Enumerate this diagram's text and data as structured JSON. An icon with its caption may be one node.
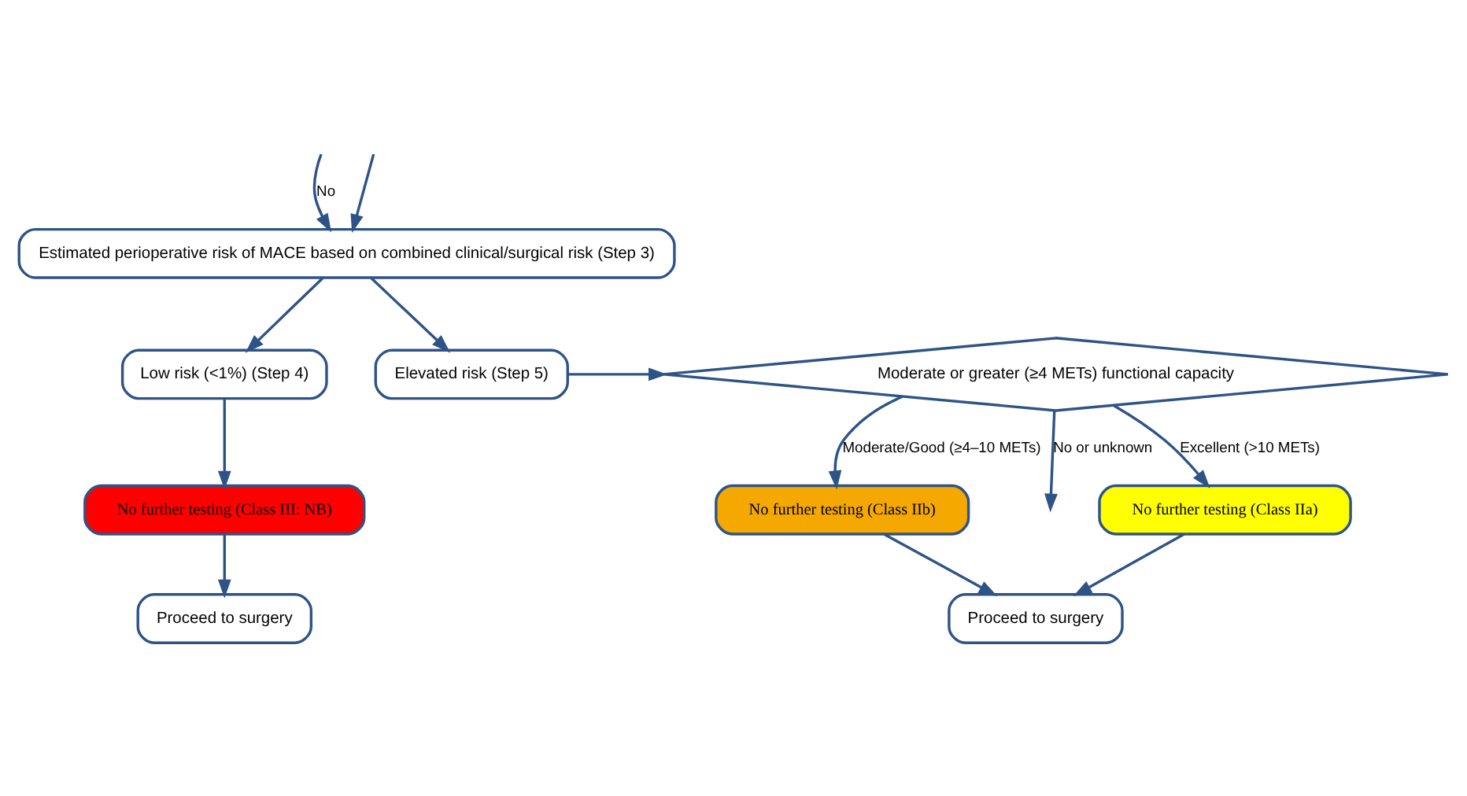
{
  "diagram": {
    "nodes": [
      {
        "text": [
          "Estimated perioperative risk of MACE based on combined clinical/surgical risk (Step 3)"
        ]
      },
      {
        "text": [
          "Low risk (<1%) (Step 4)"
        ]
      },
      {
        "text": [
          "Elevated risk (Step 5)"
        ]
      },
      {
        "text": [
          "Moderate or greater (≥4 METs) functional capacity"
        ]
      },
      {
        "text": [
          "No further testing (Class IIa)"
        ]
      },
      {
        "text": [
          "No further testing (Class IIb)"
        ]
      },
      {
        "text": [
          "Proceed to surgery"
        ]
      },
      {
        "text": [
          "No further testing (Class III: NB)"
        ]
      },
      {
        "text": [
          "Proceed to surgery"
        ]
      }
    ],
    "edges": [
      {
        "from": null,
        "to": 0,
        "arrow": "to",
        "label": "No"
      },
      {
        "from": null,
        "to": 0,
        "arrow": "to"
      },
      {
        "from": 0,
        "to": 1,
        "arrow": "to"
      },
      {
        "from": 0,
        "to": 2,
        "arrow": "to"
      },
      {
        "from": 1,
        "to": 7,
        "arrow": "to"
      },
      {
        "from": 7,
        "to": 8,
        "arrow": "to"
      },
      {
        "from": 2,
        "to": 3,
        "arrow": "to"
      },
      {
        "from": 3,
        "to": 4,
        "arrow": "to",
        "label": "Excellent (>10 METs)"
      },
      {
        "from": 3,
        "to": 5,
        "arrow": "to",
        "label": "Moderate/Good (≥4–10 METs)"
      },
      {
        "from": 4,
        "to": 6,
        "arrow": "to"
      },
      {
        "from": 5,
        "to": 6,
        "arrow": "to"
      },
      {
        "from": 3,
        "to": null,
        "arrow": "to",
        "label": "No or unknown"
      }
    ]
  }
}
